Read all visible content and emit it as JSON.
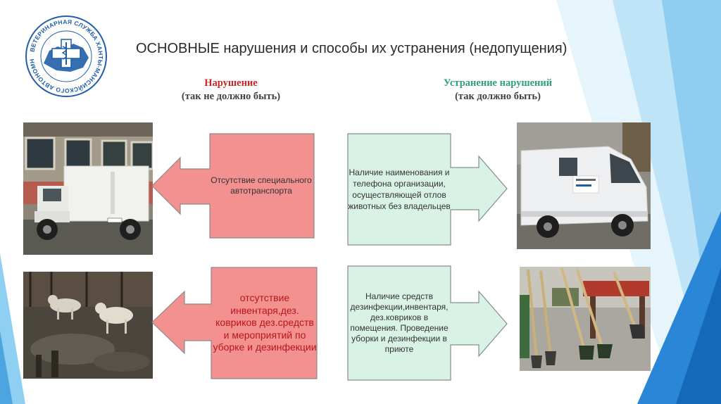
{
  "slide": {
    "title": "ОСНОВНЫЕ нарушения и способы их устранения (недопущения)"
  },
  "logo": {
    "text": "ВЕТЕРИНАРНАЯ СЛУЖБА ХАНТЫ-МАНСИЙСКОГО АВТОНОМНОГО ОКРУГА - ЮГРЫ",
    "accent_color": "#1f5fa8",
    "icon": "veterinary-cross-icon"
  },
  "columns": {
    "violation": {
      "title": "Нарушение",
      "subtitle": "(так не должно быть)",
      "color": "#c5262b"
    },
    "fix": {
      "title": "Устранение нарушений",
      "subtitle": "(так должно быть)",
      "color": "#2f9e7f"
    }
  },
  "rows": [
    {
      "violation_text": "Отсутствие специального автотранспорта",
      "fix_text": "Наличие наименования и телефона организации, осуществляющей отлов животных без владельцев"
    },
    {
      "violation_text": "отсутствие инвентаря,дез. ковриков дез.средств и мероприятий по уборке и дезинфекции",
      "fix_text": "Наличие средств дезинфекции,инвентаря, дез.ковриков в помещения. Проведение уборки и дезинфекции в приюте"
    }
  ],
  "colors": {
    "red_arrow": "#f39090",
    "green_arrow": "#d8f2e6",
    "deco_blue": "#2e8bd8",
    "deco_light_blue": "#a9d8f5"
  }
}
